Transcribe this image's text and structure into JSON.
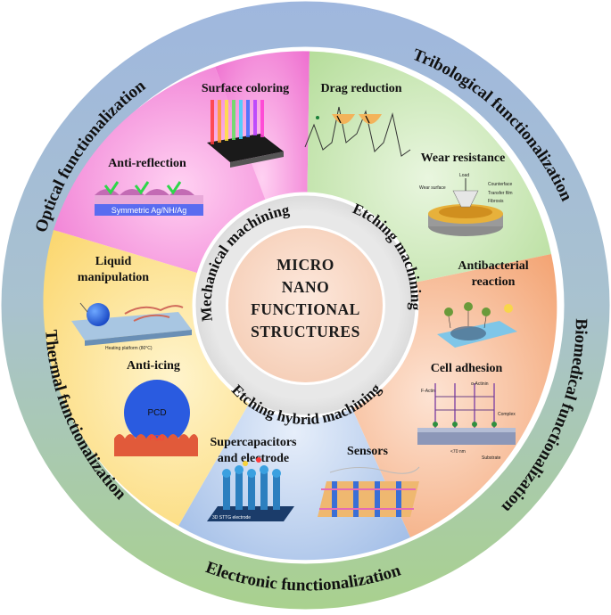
{
  "outer_ring": {
    "optical": "Optical functionalization",
    "tribological": "Tribological functionalization",
    "biomedical": "Biomedical functionalization",
    "electronic": "Electronic functionalization",
    "thermal": "Thermal functionalization"
  },
  "middle_ring": {
    "mechanical": "Mechanical machining",
    "etching": "Etching machining",
    "hybrid": "Etching hybrid machining"
  },
  "core": {
    "line1": "MICRO",
    "line2": "NANO",
    "line3": "FUNCTIONAL",
    "line4": "STRUCTURES"
  },
  "items": {
    "surface_coloring": "Surface coloring",
    "anti_reflection": "Anti-reflection",
    "anti_reflection_caption": "Symmetric Ag/NH/Ag",
    "drag_reduction": "Drag reduction",
    "wear_resistance": "Wear resistance",
    "wear_tags": {
      "load": "Load",
      "counterface": "Counterface",
      "wear_surface": "Wear surface",
      "transfer_film": "Transfer film",
      "fibrosis": "Fibrosis"
    },
    "antibacterial_1": "Antibacterial",
    "antibacterial_2": "reaction",
    "cell_adhesion": "Cell adhesion",
    "cell_tags": {
      "actinin": "α-Actinin",
      "complex": "Complex",
      "size": "<70 nm",
      "substrate": "Substrate",
      "factin": "F-Actin"
    },
    "supercap_1": "Supercapacitors",
    "supercap_2": "and electrode",
    "supercap_tag": "3D STTG electrode",
    "sensors": "Sensors",
    "liquid_1": "Liquid",
    "liquid_2": "manipulation",
    "liquid_tag": "Heating platform (80°C)",
    "anti_icing": "Anti-icing",
    "pcd_top": "PCD",
    "pcd_bottom": "PCD"
  },
  "colors": {
    "outer_top": "#9db4dc",
    "outer_bottom": "#a8d08d",
    "optical_sector": "#f28bd6",
    "tribological_sector": "#c6e5b0",
    "biomedical_sector": "#f7b58f",
    "electronic_sector": "#aec6ea",
    "thermal_sector": "#fde28a",
    "mid_ring": "#d7d7d7",
    "core": "#f9d9c8"
  }
}
